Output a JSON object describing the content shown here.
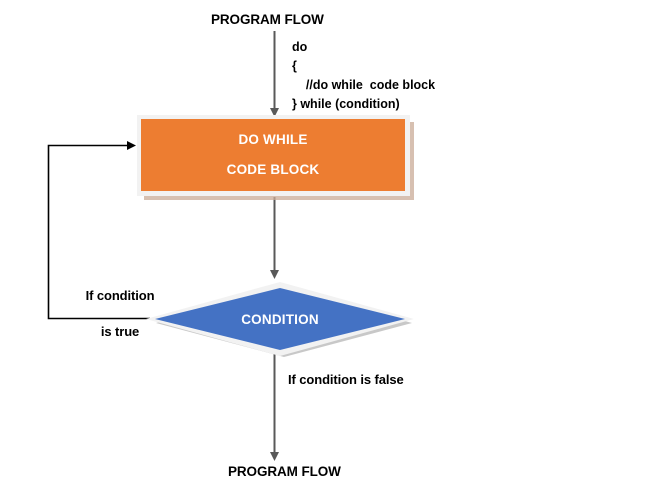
{
  "diagram": {
    "title_top": "PROGRAM FLOW",
    "title_bottom": "PROGRAM FLOW",
    "code": {
      "line1": "do",
      "line2": "{",
      "line3": "    //do while  code block",
      "line4": "} while (condition)"
    },
    "process": {
      "line1": "DO WHILE",
      "line2": "CODE BLOCK",
      "fill_color": "#ED7D31",
      "text_color": "#FFFFFF"
    },
    "decision": {
      "label": "CONDITION",
      "fill_color": "#4472C4",
      "text_color": "#FFFFFF"
    },
    "branches": {
      "true_label_line1": "If condition",
      "true_label_line2": "is true",
      "false_label": "If condition is false"
    },
    "connector_color": "#595959",
    "loop_color": "#000000",
    "background": "#FFFFFF"
  }
}
